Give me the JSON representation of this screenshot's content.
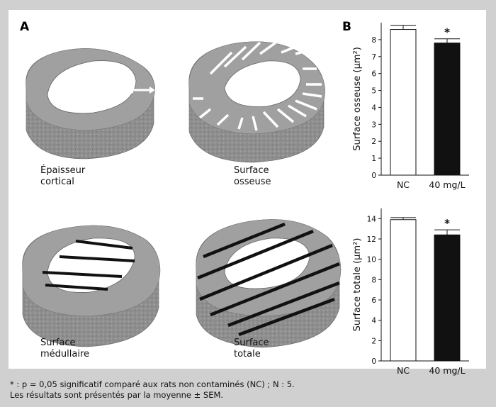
{
  "panels": {
    "a_label": "A",
    "b_label": "B"
  },
  "diagram": {
    "captions": [
      {
        "line1": "Épaisseur",
        "line2": "cortical"
      },
      {
        "line1": "Surface",
        "line2": "osseuse"
      },
      {
        "line1": "Surface",
        "line2": "médullaire"
      },
      {
        "line1": "Surface",
        "line2": "totale"
      }
    ]
  },
  "colors": {
    "bone": "#9a9a9a",
    "nc_bar": "#ffffff",
    "treated_bar": "#111111",
    "cortical_marker": "#ffffff",
    "total_marker": "#111111"
  },
  "chart_data": [
    {
      "type": "bar",
      "categories": [
        "NC",
        "40 mg/L"
      ],
      "values": [
        8.6,
        7.8
      ],
      "errors": [
        0.25,
        0.25
      ],
      "significance": [
        "",
        "*"
      ],
      "ylabel": "Surface osseuse (µm²)",
      "ylim": [
        0,
        9
      ],
      "yticks": [
        0,
        1,
        2,
        3,
        4,
        5,
        6,
        7,
        8
      ],
      "bar_colors": [
        "#ffffff",
        "#111111"
      ]
    },
    {
      "type": "bar",
      "categories": [
        "NC",
        "40 mg/L"
      ],
      "values": [
        13.9,
        12.4
      ],
      "errors": [
        0.2,
        0.5
      ],
      "significance": [
        "",
        "*"
      ],
      "ylabel": "Surface totale (µm²)",
      "ylim": [
        0,
        15
      ],
      "yticks": [
        0,
        2,
        4,
        6,
        8,
        10,
        12,
        14
      ],
      "bar_colors": [
        "#ffffff",
        "#111111"
      ]
    }
  ],
  "footnote": {
    "line1": "* : p = 0,05 significatif comparé  aux rats non contaminés (NC) ; N : 5.",
    "line2": "Les résultats sont présentés par la moyenne ± SEM."
  }
}
